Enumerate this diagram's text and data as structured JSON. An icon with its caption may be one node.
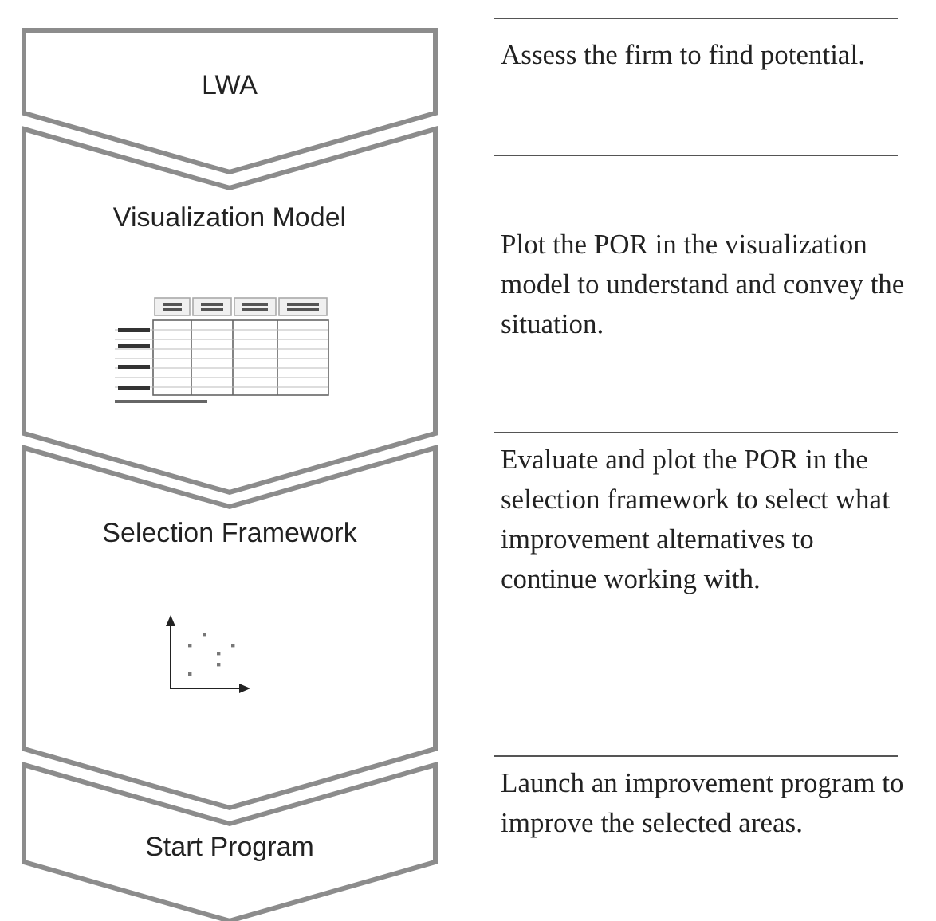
{
  "diagram": {
    "nodes": [
      {
        "text": [
          "LWA"
        ],
        "beside": [
          "Assess the firm to find potential."
        ]
      },
      {
        "text": [
          "Visualization Model"
        ],
        "beside": [
          "Plot the POR in the visualization model to understand and convey the situation."
        ]
      },
      {
        "text": [
          "Selection Framework"
        ],
        "beside": [
          "Evaluate and plot the POR in the selection framework to select what improvement alternatives to continue working with."
        ]
      },
      {
        "text": [
          "Start Program"
        ],
        "beside": [
          "Launch an improvement program to improve the selected areas."
        ]
      }
    ]
  }
}
